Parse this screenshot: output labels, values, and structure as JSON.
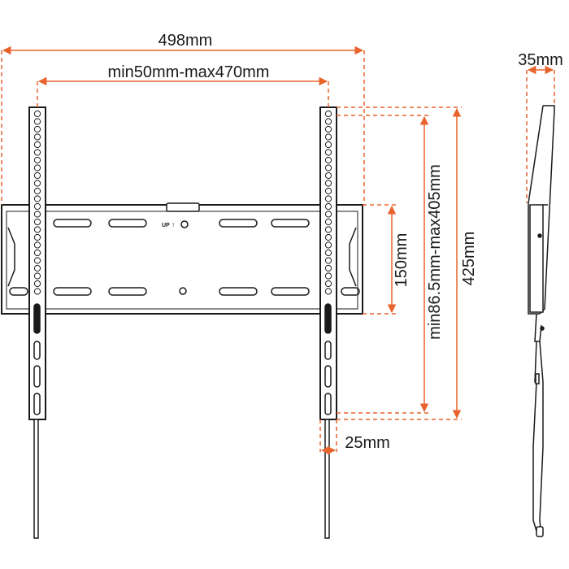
{
  "colors": {
    "dimension": "#E8622C",
    "outline": "#1a1a1a",
    "background": "#ffffff"
  },
  "dimensions": {
    "overall_width": "498mm",
    "vesa_width": "min50mm-max470mm",
    "plate_height": "150mm",
    "vesa_height": "min86.5mm-max405mm",
    "overall_height": "425mm",
    "arm_width": "25mm",
    "depth": "35mm"
  },
  "plate": {
    "up_label": "UP"
  }
}
